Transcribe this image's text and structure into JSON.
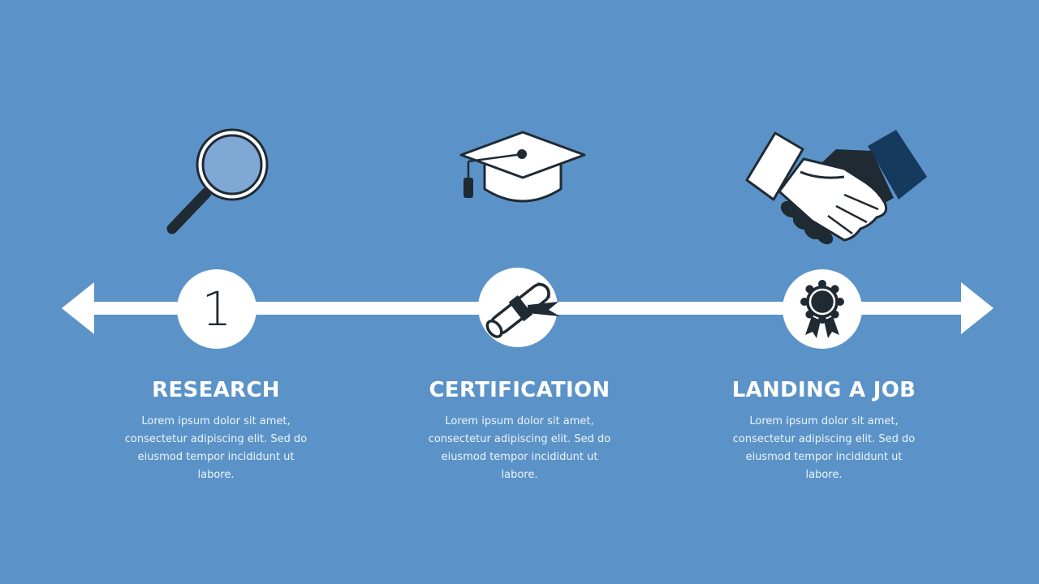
{
  "background_color": "#5b93c8",
  "icon_dark_color": "#1f2a33",
  "icon_navy_color": "#163a5e",
  "timeline": {
    "arrows": "double-headed",
    "color": "#ffffff"
  },
  "steps": [
    {
      "top_icon": "magnifying-glass-icon",
      "node_icon": "number",
      "node_number": "1",
      "title": "RESEARCH",
      "description": "Lorem ipsum dolor sit amet, consectetur adipiscing elit. Sed do eiusmod tempor incididunt ut labore."
    },
    {
      "top_icon": "graduation-cap-icon",
      "node_icon": "diploma-scroll-icon",
      "title": "CERTIFICATION",
      "description": "Lorem ipsum dolor sit amet, consectetur adipiscing elit. Sed do eiusmod tempor incididunt ut labore."
    },
    {
      "top_icon": "handshake-icon",
      "node_icon": "award-ribbon-icon",
      "title": "LANDING A JOB",
      "description": "Lorem ipsum dolor sit amet, consectetur adipiscing elit. Sed do eiusmod tempor incididunt ut labore."
    }
  ]
}
